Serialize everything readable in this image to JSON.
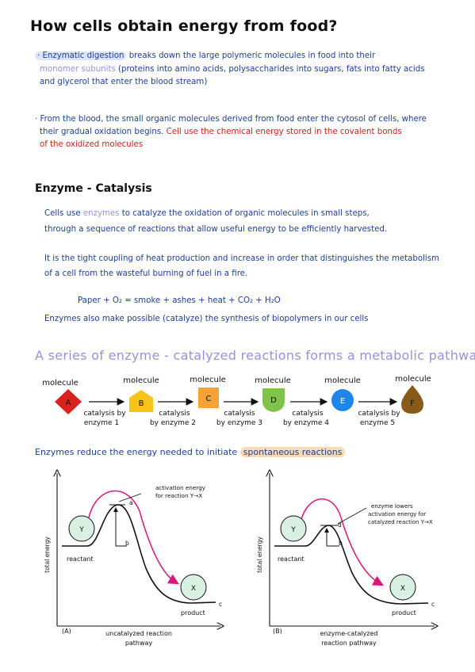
{
  "title": "How cells obtain energy from food?",
  "bullet1": {
    "term": "Enzymatic digestion",
    "text1": "breaks down the large polymeric molecules in food into their",
    "term2": "monomer subunits",
    "text2": "(proteins into amino acids, polysaccharides into sugars, fats into fatty acids",
    "text3": "and glycerol that enter the blood stream)"
  },
  "bullet2": {
    "line1": "From the blood, the small organic molecules derived from food enter the cytosol of cells, where",
    "line2_blue": "their gradual oxidation begins.",
    "line2_red": "Cell use the chemical energy stored in the covalent bonds",
    "line3_red": "of the oxidized molecules"
  },
  "section_catalysis": {
    "heading": "Enzyme - Catalysis",
    "p1_pre": "Cells use",
    "p1_term": "enzymes",
    "p1_post": "to catalyze the oxidation of organic molecules in small steps,",
    "p1_line2": "through a sequence of reactions that allow useful energy to be efficiently harvested.",
    "p2_line1": "It is the tight coupling of heat production and increase in order that distinguishes the metabolism",
    "p2_line2": "of a cell from the wasteful burning of fuel in a fire.",
    "equation": "Paper + O₂  = smoke + ashes + heat + CO₂ + H₂O",
    "p3": "Enzymes also make possible (catalyze) the synthesis of biopolymers in our cells"
  },
  "pathway": {
    "heading": "A series of enzyme - catalyzed reactions forms a metabolic pathway",
    "molecule_label": "molecule",
    "molecules": [
      {
        "letter": "A",
        "color": "#d9211e"
      },
      {
        "letter": "B",
        "color": "#f7c21b"
      },
      {
        "letter": "C",
        "color": "#f3a33a"
      },
      {
        "letter": "D",
        "color": "#7fc34a"
      },
      {
        "letter": "E",
        "color": "#1e86e8"
      },
      {
        "letter": "F",
        "color": "#8a5a1a"
      }
    ],
    "steps": [
      {
        "line1": "catalysis by",
        "line2": "enzyme 1"
      },
      {
        "line1": "catalysis",
        "line2": "by enzyme 2"
      },
      {
        "line1": "catalysis",
        "line2": "by enzyme 3"
      },
      {
        "line1": "catalysis",
        "line2": "by enzyme 4"
      },
      {
        "line1": "catalysis by",
        "line2": "enzyme 5"
      }
    ]
  },
  "energy": {
    "heading": "Enzymes reduce the energy needed to initiate",
    "heading_hl": "spontaneous reactions",
    "ylabel": "total energy",
    "reactant": "reactant",
    "product": "product",
    "Y": "Y",
    "X": "X",
    "label_a": "a",
    "label_b": "b",
    "label_c": "c",
    "label_d": "d",
    "graphA": {
      "tag": "(A)",
      "annotation1": "activation energy",
      "annotation2": "for reaction Y→X",
      "xlabel1": "uncatalyzed reaction",
      "xlabel2": "pathway"
    },
    "graphB": {
      "tag": "(B)",
      "annotation1": "enzyme lowers",
      "annotation2": "activation energy for",
      "annotation3": "catalyzed reaction Y→X",
      "xlabel1": "enzyme-catalyzed",
      "xlabel2": "reaction pathway"
    }
  },
  "colors": {
    "blue": "#1c3f94",
    "red": "#d0211c",
    "lavender": "#9b8fe0",
    "magenta": "#d9187a",
    "circle": "#daf0e3"
  }
}
